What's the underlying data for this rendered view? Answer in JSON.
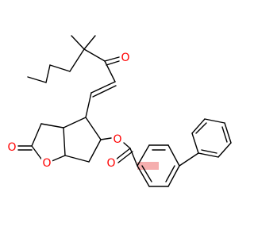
{
  "atoms": {
    "ketone_oxygen": {
      "symbol": "O",
      "color": "#ff0000"
    },
    "lactone_carbonyl_oxygen": {
      "symbol": "O",
      "color": "#ff0000"
    },
    "ring_oxygen": {
      "symbol": "O",
      "color": "#ff0000"
    },
    "ester_oxygen": {
      "symbol": "O",
      "color": "#ff0000"
    },
    "ester_carbonyl_oxygen": {
      "symbol": "O",
      "color": "#ff0000"
    }
  },
  "colors": {
    "bond": "#000000",
    "heteroatom_oxygen": "#ff0000",
    "aromatic_highlight": "#f4a5a5",
    "background": "#ffffff"
  }
}
